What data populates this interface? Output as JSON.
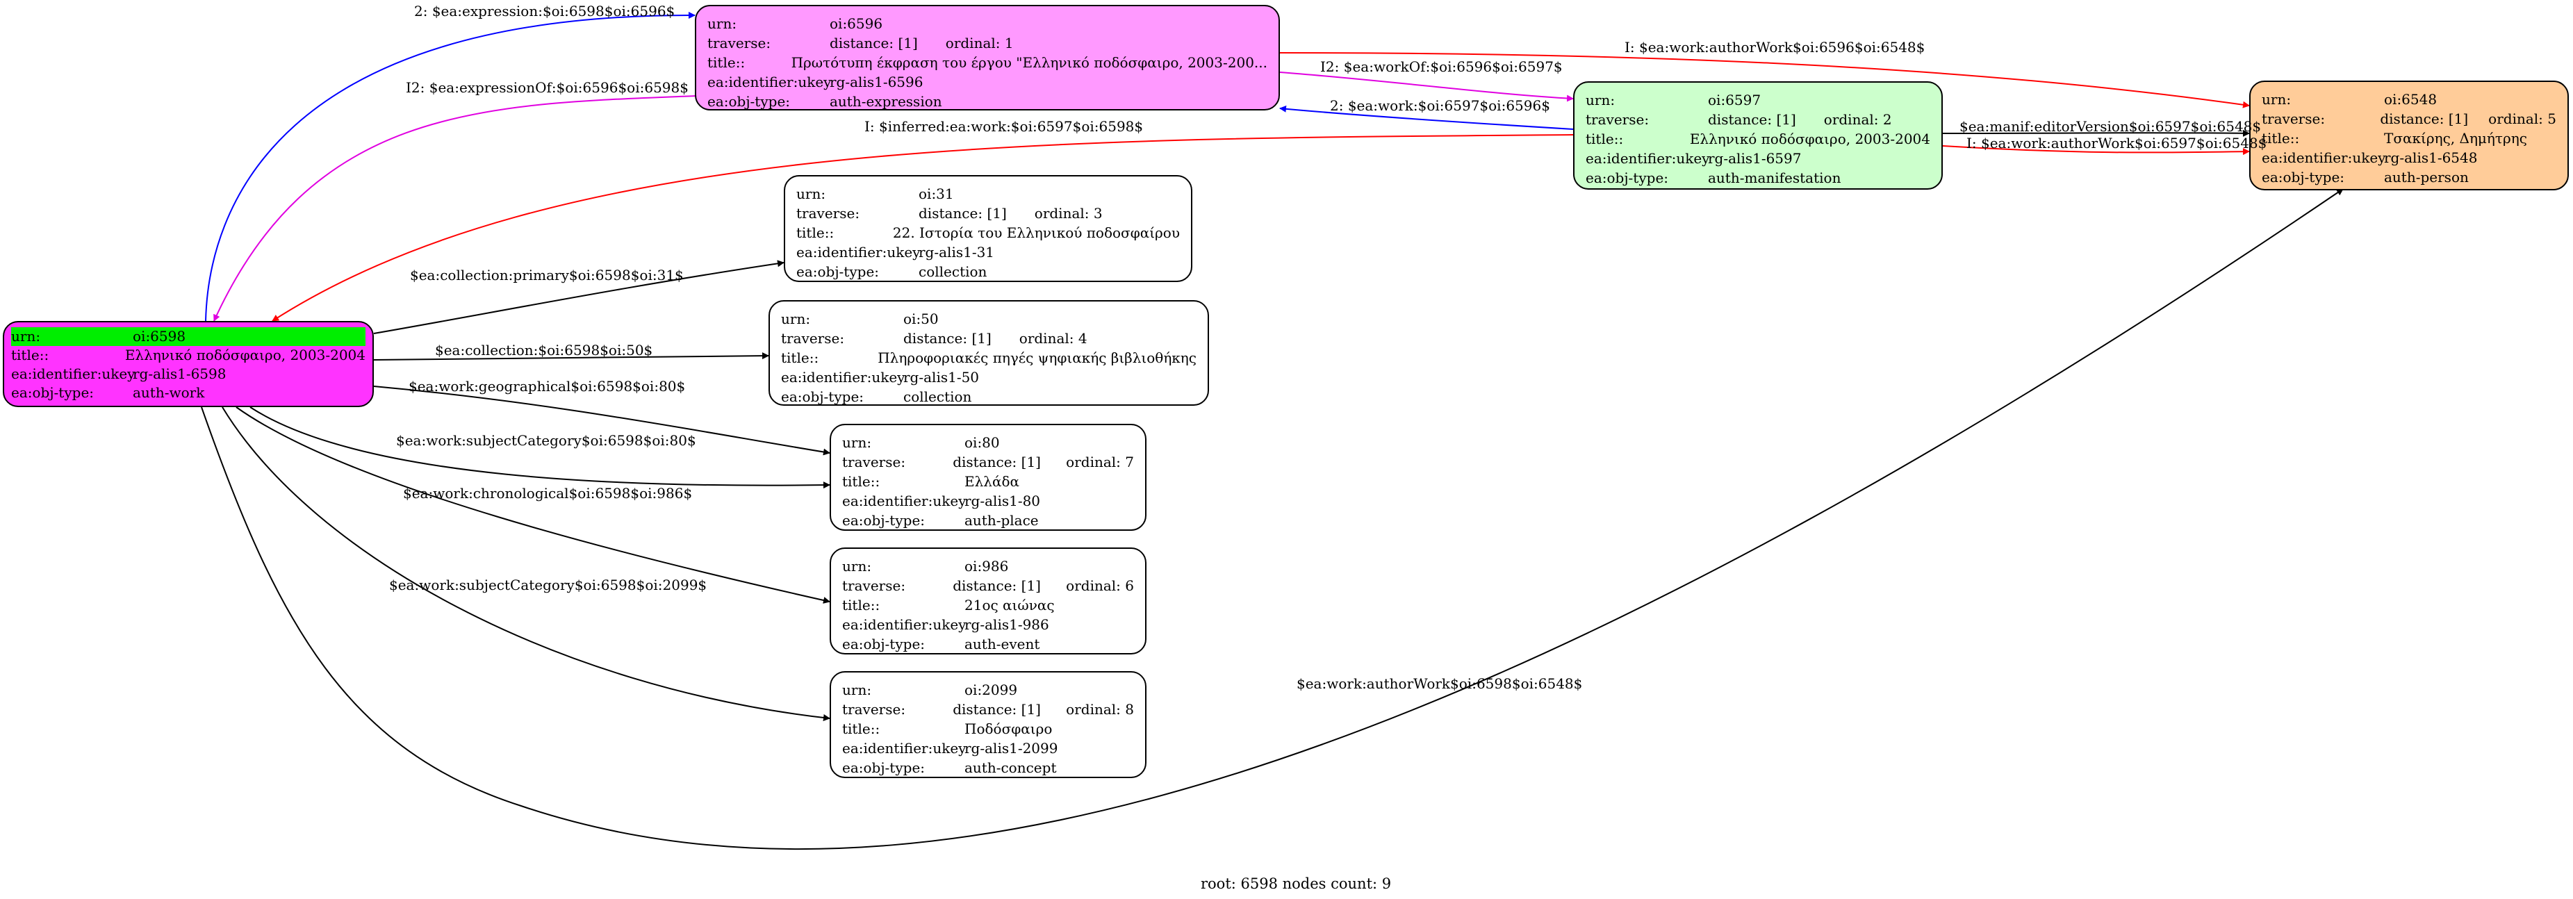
{
  "colors": {
    "work_fill": "#ff33ff",
    "expression_fill": "#ff99ff",
    "manifestation_fill": "#ccffcc",
    "person_fill": "#ffcc99",
    "plain_fill": "#ffffff",
    "root_highlight": "#00ee00",
    "edge_black": "#000000",
    "edge_blue": "#0000ff",
    "edge_magenta": "#e000e0",
    "edge_red": "#ff0000"
  },
  "nodes": {
    "n6598": {
      "rows": [
        {
          "key": "urn:",
          "value": "oi:6598"
        },
        {
          "key": "title::",
          "value": "Ελληνικό ποδόσφαιρο, 2003-2004"
        },
        {
          "key": "ea:identifier:ukey",
          "value": "rg-alis1-6598"
        },
        {
          "key": "ea:obj-type:",
          "value": "auth-work"
        }
      ]
    },
    "n6596": {
      "rows": [
        {
          "key": "urn:",
          "value": "oi:6596"
        },
        {
          "key": "traverse:",
          "value": "distance: [1]",
          "extra": "ordinal: 1"
        },
        {
          "key": "title::",
          "value": "Πρωτότυπη έκφραση του έργου \"Ελληνικό ποδόσφαιρο, 2003-200..."
        },
        {
          "key": "ea:identifier:ukey",
          "value": "rg-alis1-6596"
        },
        {
          "key": "ea:obj-type:",
          "value": "auth-expression"
        }
      ]
    },
    "n6597": {
      "rows": [
        {
          "key": "urn:",
          "value": "oi:6597"
        },
        {
          "key": "traverse:",
          "value": "distance: [1]",
          "extra": "ordinal: 2"
        },
        {
          "key": "title::",
          "value": "Ελληνικό ποδόσφαιρο, 2003-2004"
        },
        {
          "key": "ea:identifier:ukey",
          "value": "rg-alis1-6597"
        },
        {
          "key": "ea:obj-type:",
          "value": "auth-manifestation"
        }
      ]
    },
    "n6548": {
      "rows": [
        {
          "key": "urn:",
          "value": "oi:6548"
        },
        {
          "key": "traverse:",
          "value": "distance: [1]",
          "extra": "ordinal: 5"
        },
        {
          "key": "title::",
          "value": "Τσακίρης, Δημήτρης"
        },
        {
          "key": "ea:identifier:ukey",
          "value": "rg-alis1-6548"
        },
        {
          "key": "ea:obj-type:",
          "value": "auth-person"
        }
      ]
    },
    "n31": {
      "rows": [
        {
          "key": "urn:",
          "value": "oi:31"
        },
        {
          "key": "traverse:",
          "value": "distance: [1]",
          "extra": "ordinal: 3"
        },
        {
          "key": "title::",
          "value": "22. Ιστορία του Ελληνικού ποδοσφαίρου"
        },
        {
          "key": "ea:identifier:ukey",
          "value": "rg-alis1-31"
        },
        {
          "key": "ea:obj-type:",
          "value": "collection"
        }
      ]
    },
    "n50": {
      "rows": [
        {
          "key": "urn:",
          "value": "oi:50"
        },
        {
          "key": "traverse:",
          "value": "distance: [1]",
          "extra": "ordinal: 4"
        },
        {
          "key": "title::",
          "value": "Πληροφοριακές πηγές ψηφιακής βιβλιοθήκης"
        },
        {
          "key": "ea:identifier:ukey",
          "value": "rg-alis1-50"
        },
        {
          "key": "ea:obj-type:",
          "value": "collection"
        }
      ]
    },
    "n80": {
      "rows": [
        {
          "key": "urn:",
          "value": "oi:80"
        },
        {
          "key": "traverse:",
          "value": "distance: [1]",
          "extra": "ordinal: 7"
        },
        {
          "key": "title::",
          "value": "Ελλάδα"
        },
        {
          "key": "ea:identifier:ukey",
          "value": "rg-alis1-80"
        },
        {
          "key": "ea:obj-type:",
          "value": "auth-place"
        }
      ]
    },
    "n986": {
      "rows": [
        {
          "key": "urn:",
          "value": "oi:986"
        },
        {
          "key": "traverse:",
          "value": "distance: [1]",
          "extra": "ordinal: 6"
        },
        {
          "key": "title::",
          "value": "21ος αιώνας"
        },
        {
          "key": "ea:identifier:ukey",
          "value": "rg-alis1-986"
        },
        {
          "key": "ea:obj-type:",
          "value": "auth-event"
        }
      ]
    },
    "n2099": {
      "rows": [
        {
          "key": "urn:",
          "value": "oi:2099"
        },
        {
          "key": "traverse:",
          "value": "distance: [1]",
          "extra": "ordinal: 8"
        },
        {
          "key": "title::",
          "value": "Ποδόσφαιρο"
        },
        {
          "key": "ea:identifier:ukey",
          "value": "rg-alis1-2099"
        },
        {
          "key": "ea:obj-type:",
          "value": "auth-concept"
        }
      ]
    }
  },
  "edges": [
    {
      "label": "2: $ea:expression:$oi:6598$oi:6596$",
      "color": "edge_blue"
    },
    {
      "label": "I2: $ea:expressionOf:$oi:6596$oi:6598$",
      "color": "edge_magenta"
    },
    {
      "label": "I: $ea:work:authorWork$oi:6596$oi:6548$",
      "color": "edge_red"
    },
    {
      "label": "I2: $ea:workOf:$oi:6596$oi:6597$",
      "color": "edge_magenta"
    },
    {
      "label": "2: $ea:work:$oi:6597$oi:6596$",
      "color": "edge_blue"
    },
    {
      "label": "I: $inferred:ea:work:$oi:6597$oi:6598$",
      "color": "edge_red"
    },
    {
      "label": "$ea:manif:editorVersion$oi:6597$oi:6548$",
      "color": "edge_black"
    },
    {
      "label": "I: $ea:work:authorWork$oi:6597$oi:6548$",
      "color": "edge_red"
    },
    {
      "label": "$ea:collection:primary$oi:6598$oi:31$",
      "color": "edge_black"
    },
    {
      "label": "$ea:collection:$oi:6598$oi:50$",
      "color": "edge_black"
    },
    {
      "label": "$ea:work:geographical$oi:6598$oi:80$",
      "color": "edge_black"
    },
    {
      "label": "$ea:work:subjectCategory$oi:6598$oi:80$",
      "color": "edge_black"
    },
    {
      "label": "$ea:work:chronological$oi:6598$oi:986$",
      "color": "edge_black"
    },
    {
      "label": "$ea:work:subjectCategory$oi:6598$oi:2099$",
      "color": "edge_black"
    },
    {
      "label": "$ea:work:authorWork$oi:6598$oi:6548$",
      "color": "edge_black"
    }
  ],
  "footer": "root: 6598 nodes count: 9"
}
